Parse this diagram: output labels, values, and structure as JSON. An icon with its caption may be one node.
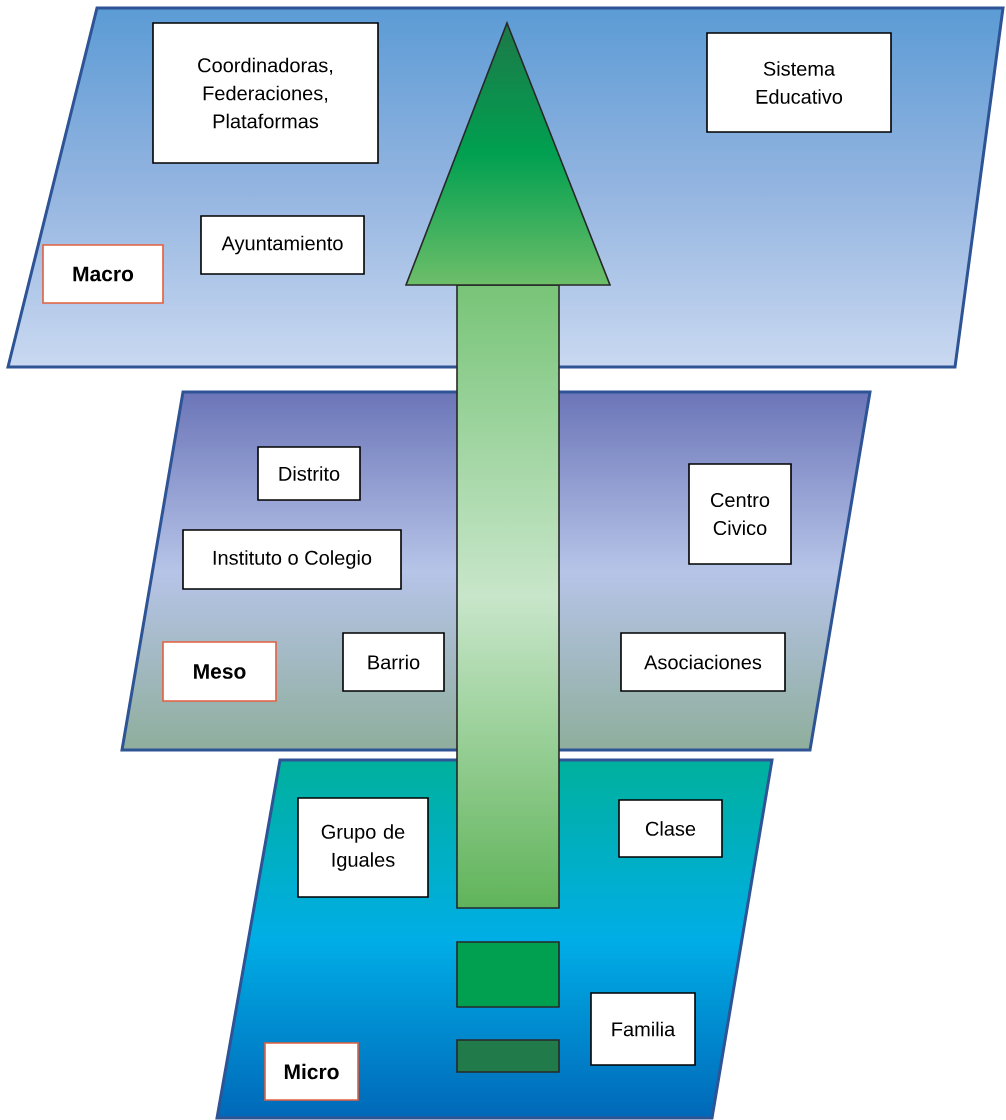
{
  "diagram": {
    "nodes": [
      {
        "text": [],
        "shape": "parallelogram"
      },
      {
        "text": [
          "Coordinadoras, Federaciones, Plataformas"
        ],
        "in": 0
      },
      {
        "text": [
          "Sistema Educativo"
        ],
        "in": 0
      },
      {
        "text": [
          "Ayuntamiento"
        ],
        "in": 0
      },
      {
        "text": [
          "Macro"
        ],
        "in": 0
      },
      {
        "text": [],
        "shape": "parallelogram"
      },
      {
        "text": [
          "Distrito"
        ],
        "in": 5
      },
      {
        "text": [
          "Centro Civico"
        ],
        "in": 5
      },
      {
        "text": [
          "Instituto o Colegio"
        ],
        "in": 5
      },
      {
        "text": [
          "Barrio"
        ],
        "in": 5
      },
      {
        "text": [
          "Asociaciones"
        ],
        "in": 5
      },
      {
        "text": [
          "Meso"
        ],
        "in": 5
      },
      {
        "text": [],
        "shape": "parallelogram"
      },
      {
        "text": [
          "Grupo de Iguales"
        ],
        "in": 12
      },
      {
        "text": [
          "Clase"
        ],
        "in": 12
      },
      {
        "text": [
          "Familia"
        ],
        "in": 12
      },
      {
        "text": [
          "Micro"
        ],
        "in": 12
      }
    ]
  }
}
